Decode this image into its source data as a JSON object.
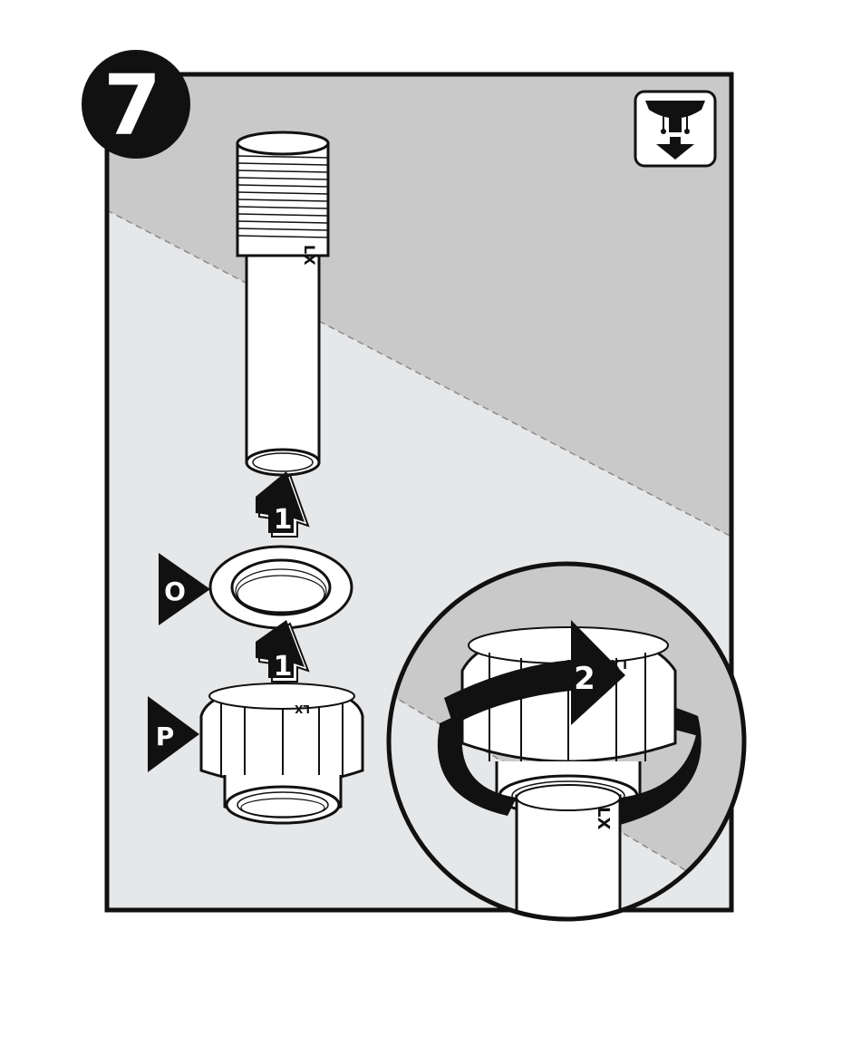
{
  "step": {
    "number": "7"
  },
  "parts": {
    "tube_marking": "LX",
    "washer_label": "O",
    "nut_label": "P",
    "nut_marking": "LX"
  },
  "actions": {
    "push_step_a": "1",
    "push_step_b": "1",
    "twist_step": "2"
  },
  "detail": {
    "tube_marking": "LX",
    "nut_marking": "LX"
  },
  "icons": {
    "corner": "under-sink-install-icon"
  },
  "colors": {
    "outline": "#111111",
    "panel_upper": "#c9c9c9",
    "panel_lower": "#e6e7e9",
    "part_fill": "#ffffff",
    "arrow_fill": "#111111"
  }
}
